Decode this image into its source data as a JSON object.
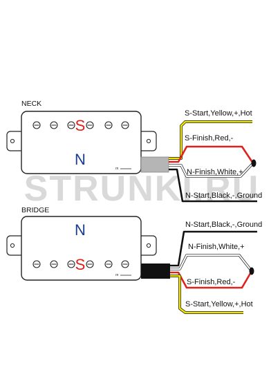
{
  "neck": {
    "title": "NECK",
    "pole_top": "S",
    "pole_bottom": "N",
    "wires": [
      {
        "label": "S-Start,Yellow,+,Hot",
        "color": "#f2e600"
      },
      {
        "label": "S-Finish,Red,-",
        "color": "#e0201b"
      },
      {
        "label": "N-Finish,White,+",
        "color": "#ffffff"
      },
      {
        "label": "N-Start,Black,-,Ground",
        "color": "#111111"
      }
    ]
  },
  "bridge": {
    "title": "BRIDGE",
    "pole_top": "N",
    "pole_bottom": "S",
    "wires": [
      {
        "label": "N-Start,Black,-,Ground",
        "color": "#111111"
      },
      {
        "label": "N-Finish,White,+",
        "color": "#ffffff"
      },
      {
        "label": "S-Finish,Red,-",
        "color": "#e0201b"
      },
      {
        "label": "S-Start,Yellow,+,Hot",
        "color": "#f2e600"
      }
    ]
  },
  "watermark": "STRUNKI.RU",
  "colors": {
    "north": "#1a3d8f",
    "south": "#e0201b"
  }
}
